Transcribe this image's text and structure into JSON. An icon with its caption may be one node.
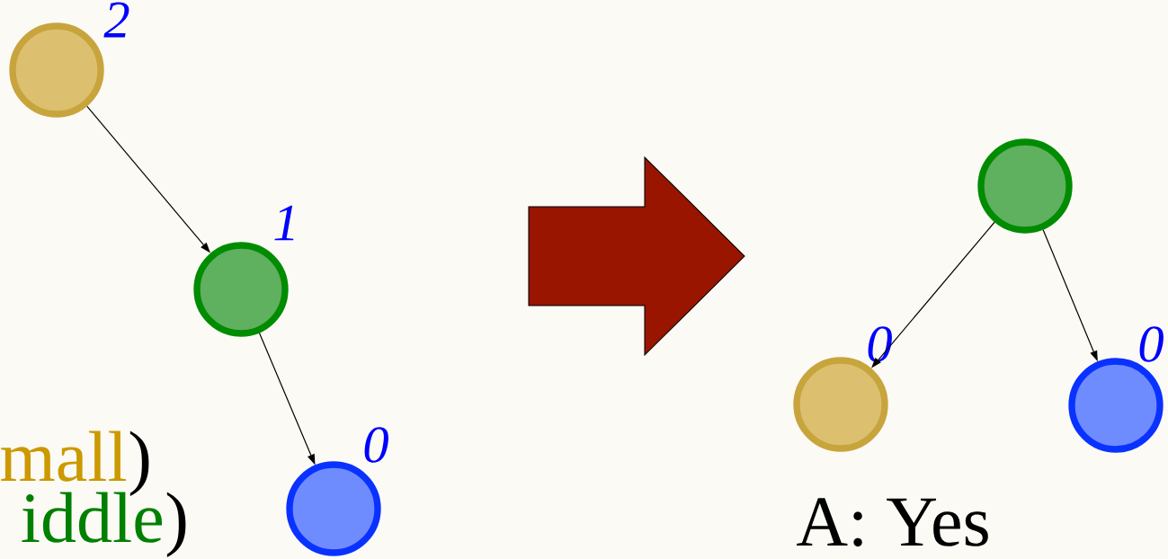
{
  "diagram": {
    "nodes": [
      {
        "text": [],
        "shape": "circle",
        "beside": [
          "2"
        ]
      },
      {
        "text": [],
        "shape": "circle",
        "beside": [
          "1"
        ]
      },
      {
        "text": [],
        "shape": "circle",
        "beside": [
          "0"
        ]
      },
      {
        "text": [],
        "shape": "circle"
      },
      {
        "text": [],
        "shape": "circle",
        "beside": [
          "0"
        ]
      },
      {
        "text": [],
        "shape": "circle",
        "beside": [
          "0"
        ]
      }
    ],
    "edges": [
      {
        "from": 0,
        "to": 1,
        "arrow": "to"
      },
      {
        "from": 1,
        "to": 2,
        "arrow": "to"
      },
      {
        "from": 3,
        "to": 4,
        "arrow": "to"
      },
      {
        "from": 3,
        "to": 5,
        "arrow": "to"
      }
    ],
    "labels": [
      "mall",
      ")",
      "iddle",
      ")",
      "A: Yes"
    ]
  }
}
